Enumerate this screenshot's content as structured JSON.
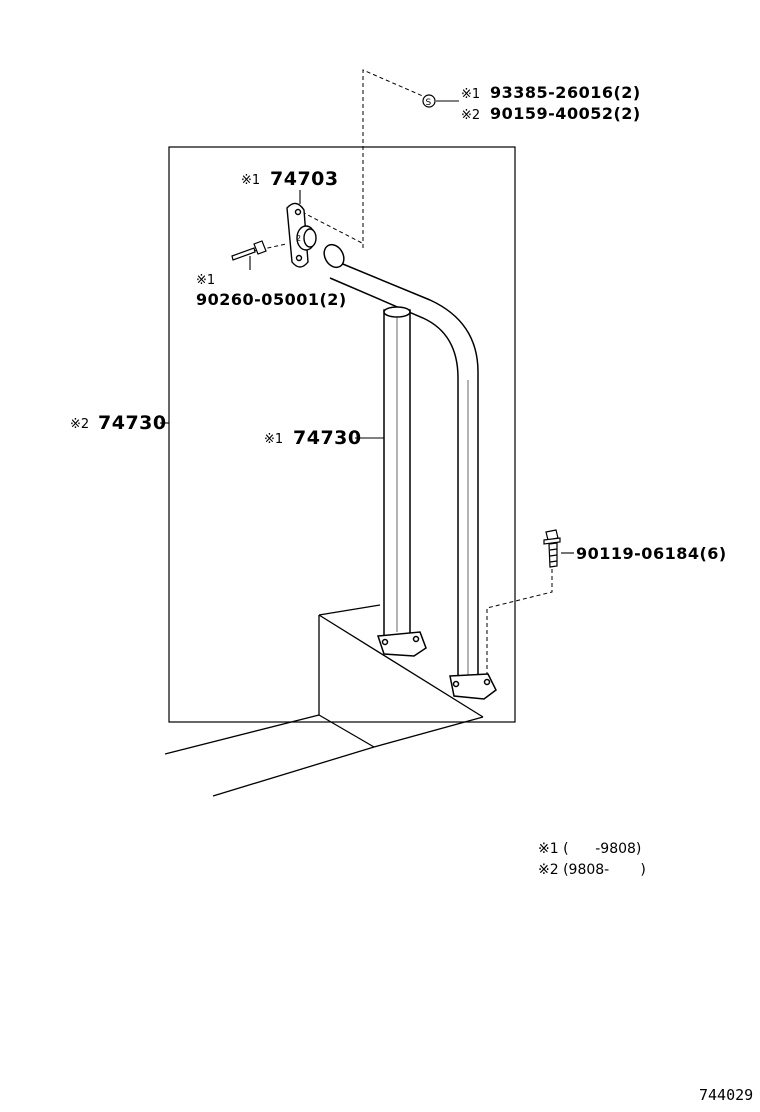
{
  "labels": {
    "nut_mark1": "※1",
    "nut_part1": "93385-26016(2)",
    "nut_mark2": "※2",
    "nut_part2": "90159-40052(2)",
    "bracket_mark": "※1",
    "bracket_part": "74703",
    "bolt_mark": "※1",
    "bolt_part": "90260-05001(2)",
    "outer_mark": "※2",
    "outer_part": "74730",
    "inner_mark": "※1",
    "inner_part": "74730",
    "screw_part": "90119-06184(6)",
    "nut_symbol": "S",
    "bracket_symbol": "2"
  },
  "legend": {
    "row1": "※1 (      -9808)",
    "row2": "※2 (9808-       )"
  },
  "diagram_number": "744029"
}
